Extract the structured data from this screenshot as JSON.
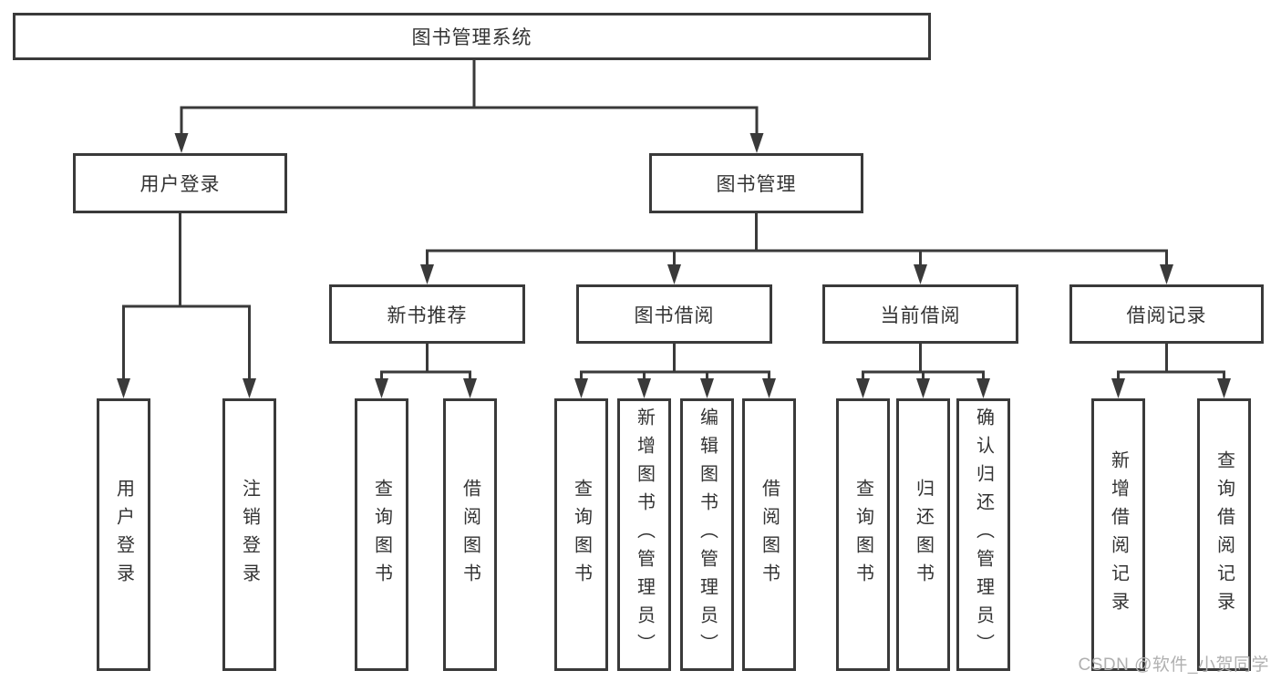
{
  "diagram": {
    "title": "图书管理系统",
    "root": {
      "label": "图书管理系统"
    },
    "level2": [
      {
        "label": "用户登录",
        "children": [
          {
            "label": "用户登录"
          },
          {
            "label": "注销登录"
          }
        ]
      },
      {
        "label": "图书管理",
        "modules": [
          {
            "label": "新书推荐",
            "children": [
              {
                "label": "查询图书"
              },
              {
                "label": "借阅图书"
              }
            ]
          },
          {
            "label": "图书借阅",
            "children": [
              {
                "label": "查询图书"
              },
              {
                "label": "新增图书（管理员）"
              },
              {
                "label": "编辑图书（管理员）"
              },
              {
                "label": "借阅图书"
              }
            ]
          },
          {
            "label": "当前借阅",
            "children": [
              {
                "label": "查询图书"
              },
              {
                "label": "归还图书"
              },
              {
                "label": "确认归还（管理员）"
              }
            ]
          },
          {
            "label": "借阅记录",
            "children": [
              {
                "label": "新增借阅记录"
              },
              {
                "label": "查询借阅记录"
              }
            ]
          }
        ]
      }
    ]
  },
  "watermark": {
    "text": "CSDN @软件_小贺同学"
  },
  "colors": {
    "line": "#3a3a3a",
    "box_border": "#3a3a3a",
    "box_fill": "#ffffff",
    "text": "#333333",
    "watermark": "#b0b0b0",
    "background": "#ffffff"
  }
}
